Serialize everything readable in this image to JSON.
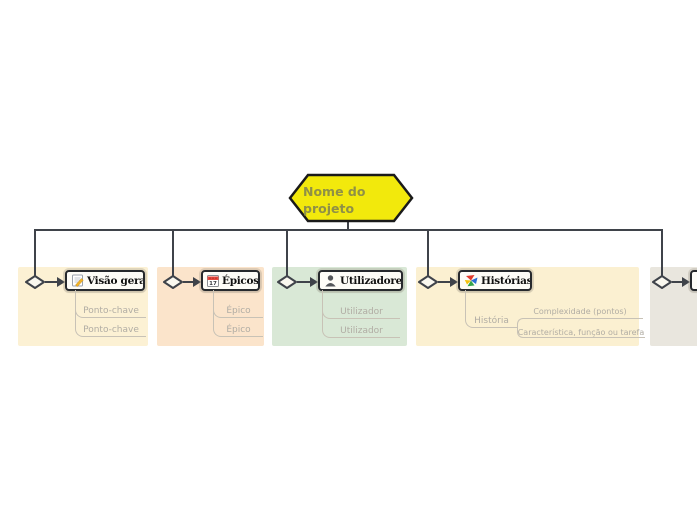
{
  "colors": {
    "connector": "#3f434a",
    "node_border": "#26292d",
    "node_fill": "#fdfcf7",
    "toggle_fill": "#faf8ef",
    "root_fill": "#f2e90c",
    "root_border": "#1a1a1a",
    "root_text": "#8f9046",
    "child_line": "#c8c2b6",
    "child_text": "#b1ada4"
  },
  "root": {
    "label": "Nome do projeto"
  },
  "branches": [
    {
      "label": "Visão geral",
      "icon": "memo-icon",
      "panel_color": "#fcf1d4",
      "children": [
        {
          "label": "Ponto-chave"
        },
        {
          "label": "Ponto-chave"
        }
      ]
    },
    {
      "label": "Épicos",
      "icon": "calendar-icon",
      "icon_day": "17",
      "panel_color": "#fbe4cb",
      "children": [
        {
          "label": "Épico"
        },
        {
          "label": "Épico"
        }
      ]
    },
    {
      "label": "Utilizadores",
      "icon": "user-icon",
      "panel_color": "#d9e8d6",
      "children": [
        {
          "label": "Utilizador"
        },
        {
          "label": "Utilizador"
        }
      ]
    },
    {
      "label": "Histórias",
      "icon": "pinwheel-icon",
      "panel_color": "#fbf0d1",
      "children": [
        {
          "label": "História",
          "children": [
            {
              "label": "Complexidade (pontos)"
            },
            {
              "label": "Característica, função ou tarefa"
            }
          ]
        }
      ]
    },
    {
      "label": "",
      "icon": "",
      "panel_color": "#e9e6de",
      "children": []
    }
  ]
}
